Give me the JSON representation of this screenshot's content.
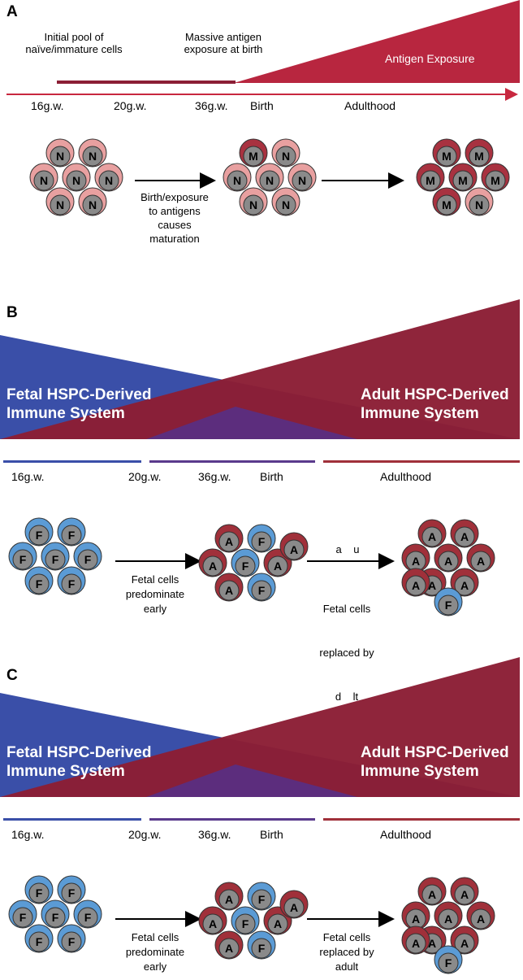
{
  "panels": [
    {
      "letter": "A",
      "label_left_1": "Initial pool of",
      "label_left_2": "naïve/immature cells",
      "label_mid_1": "Massive antigen",
      "label_mid_2": "exposure at birth",
      "wedge_label": "Antigen Exposure",
      "timeline": [
        "16g.w.",
        "20g.w.",
        "36g.w.",
        "Birth",
        "Adulthood"
      ],
      "arrow1_text": [
        "Birth/exposure",
        "to antigens",
        "causes",
        "maturation"
      ],
      "clusters": [
        [
          "N",
          "N",
          "N",
          "N",
          "N",
          "N",
          "N"
        ],
        [
          "M",
          "N",
          "N",
          "N",
          "N",
          "N",
          "N"
        ],
        [
          "M",
          "M",
          "M",
          "M",
          "M",
          "M",
          "N"
        ]
      ]
    },
    {
      "letter": "B",
      "left_label_1": "Fetal HSPC-Derived",
      "left_label_2": "Immune System",
      "right_label_1": "Adult HSPC-Derived",
      "right_label_2": "Immune System",
      "timeline": [
        "16g.w.",
        "20g.w.",
        "36g.w.",
        "Birth",
        "Adulthood"
      ],
      "arrow1_text": [
        "Fetal cells",
        "predominate",
        "early"
      ],
      "arrow2_top": "a    u",
      "arrow2_text": [
        "Fetal cells",
        "replaced by",
        "d    lt"
      ],
      "clusters": [
        [
          "F",
          "F",
          "F",
          "F",
          "F",
          "F",
          "F"
        ],
        [
          "A",
          "F",
          "A",
          "F",
          "A",
          "A",
          "F",
          "A"
        ],
        [
          "A",
          "A",
          "A",
          "A",
          "A",
          "A",
          "A",
          "F",
          "A"
        ]
      ]
    },
    {
      "letter": "C",
      "left_label_1": "Fetal HSPC-Derived",
      "left_label_2": "Immune System",
      "right_label_1": "Adult HSPC-Derived",
      "right_label_2": "Immune System",
      "timeline": [
        "16g.w.",
        "20g.w.",
        "36g.w.",
        "Birth",
        "Adulthood"
      ],
      "arrow1_text": [
        "Fetal cells",
        "predominate",
        "early"
      ],
      "arrow2_text": [
        "Fetal cells",
        "replaced by",
        "adult"
      ],
      "clusters": [
        [
          "F",
          "F",
          "F",
          "F",
          "F",
          "F",
          "F"
        ],
        [
          "A",
          "F",
          "A",
          "F",
          "A",
          "A",
          "F",
          "A"
        ],
        [
          "A",
          "A",
          "A",
          "A",
          "A",
          "A",
          "A",
          "F",
          "A"
        ]
      ]
    }
  ],
  "colors": {
    "naive": "#e8a0a0",
    "mature": "#a83240",
    "fetal": "#5b9bd5",
    "adult": "#a0303a",
    "nucleus": "#8a8a8a",
    "fetal_wedge": "#3a4fa8",
    "adult_wedge": "#8b1e35",
    "antigen_wedge": "#b8263f"
  }
}
